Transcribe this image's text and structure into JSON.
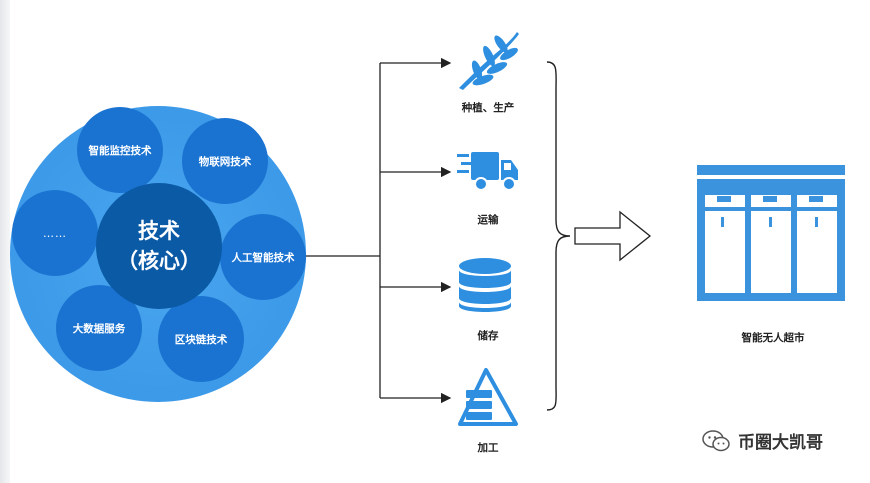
{
  "core": {
    "line1": "技术",
    "line2": "（核心）"
  },
  "satellites": [
    {
      "label": "智能监控技术"
    },
    {
      "label": "物联网技术"
    },
    {
      "label": "人工智能技术"
    },
    {
      "label": "区块链技术"
    },
    {
      "label": "大数据服务"
    },
    {
      "label": "……"
    }
  ],
  "stages": [
    {
      "label": "种植、生产",
      "icon": "leaf-branch-icon"
    },
    {
      "label": "运输",
      "icon": "delivery-truck-icon"
    },
    {
      "label": "储存",
      "icon": "database-storage-icon"
    },
    {
      "label": "加工",
      "icon": "processing-pyramid-icon"
    }
  ],
  "result": {
    "label": "智能无人超市",
    "icon": "vending-cabinet-icon"
  },
  "watermark": {
    "text": "币圈大凯哥",
    "icon": "wechat-icon"
  },
  "colors": {
    "outer_circle": "#3d9be9",
    "satellite": "#1a73d1",
    "core": "#0b5aa6",
    "icon_blue": "#2e8fe0",
    "cabinet_blue": "#3a93dc"
  }
}
